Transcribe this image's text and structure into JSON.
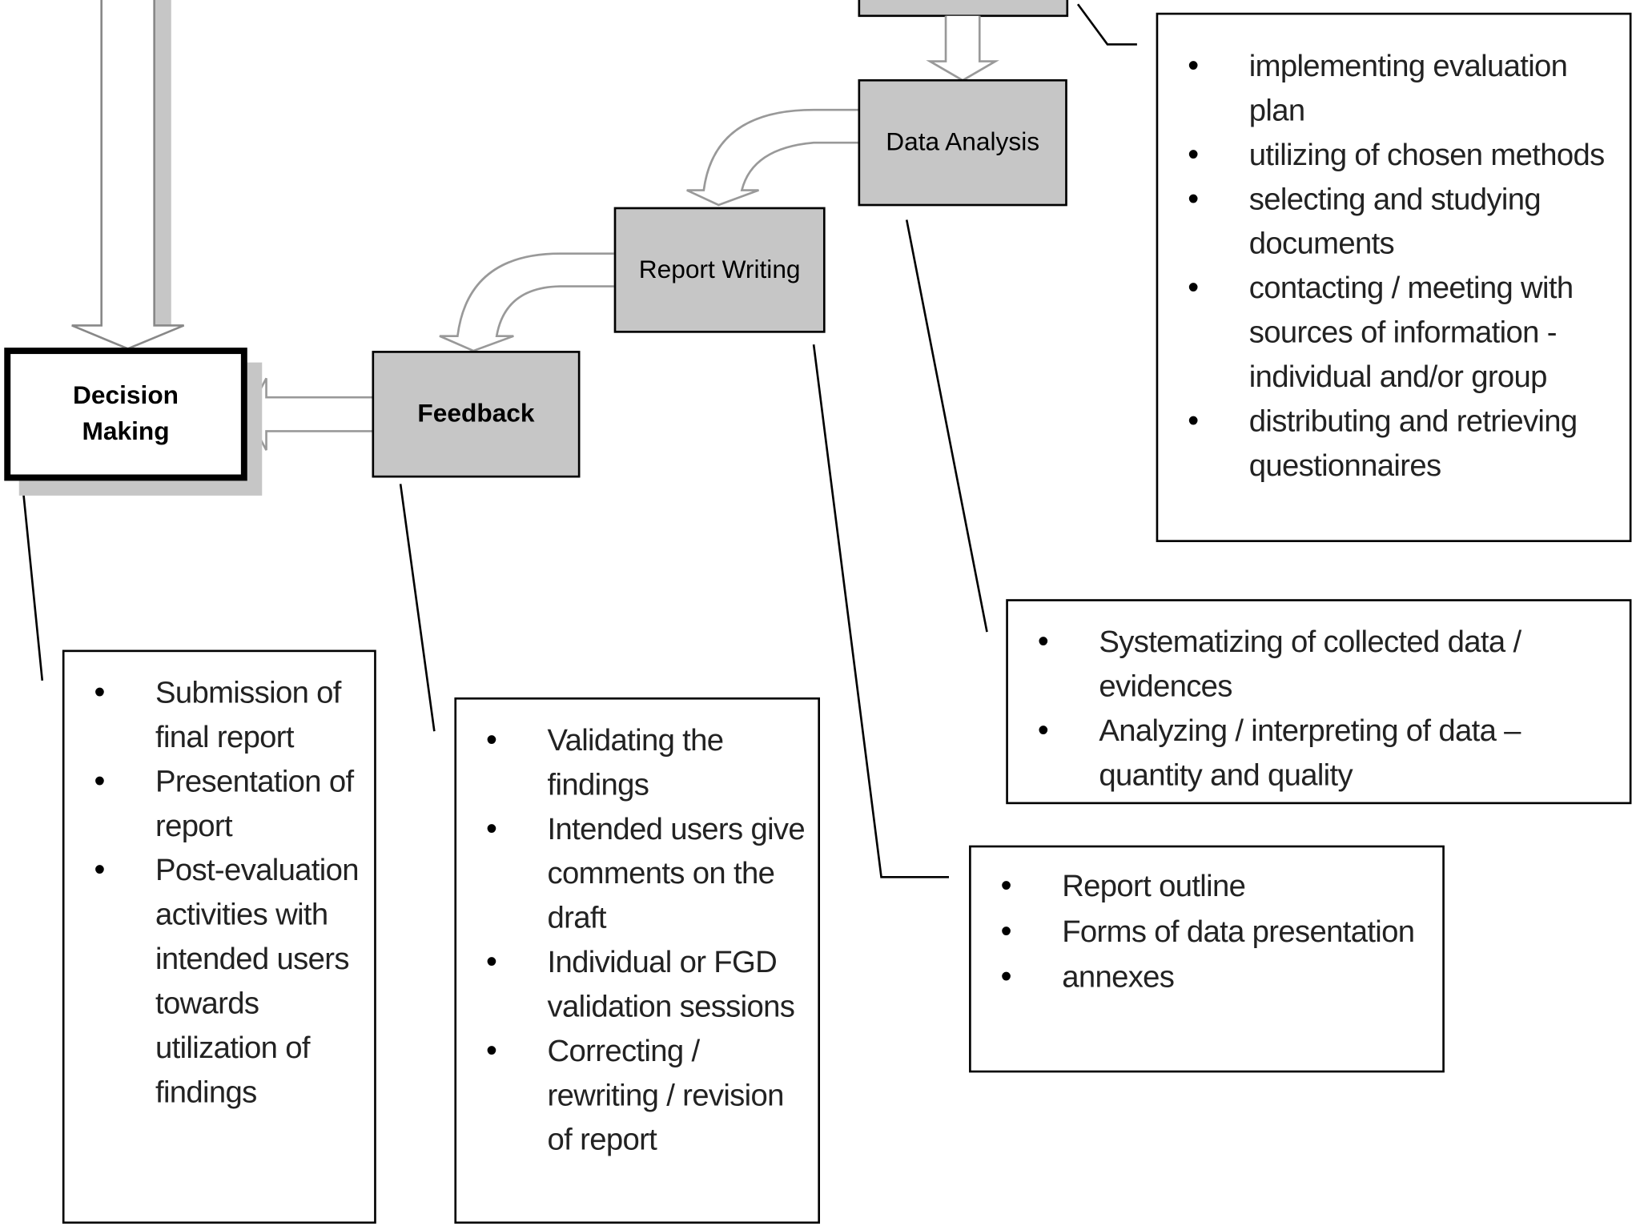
{
  "nodes": {
    "data_analysis": "Data Analysis",
    "report_writing": "Report Writing",
    "feedback": "Feedback",
    "decision_making_line1": "Decision",
    "decision_making_line2": "Making"
  },
  "notes": {
    "data_collection": [
      "implementing evaluation plan",
      "utilizing of chosen methods",
      "selecting and studying documents",
      "contacting / meeting with sources of information - individual and/or group",
      "distributing and retrieving questionnaires"
    ],
    "data_analysis": [
      "Systematizing of collected data / evidences",
      "Analyzing / interpreting of data – quantity and quality"
    ],
    "report_writing": [
      "Report outline",
      "Forms of data presentation",
      "annexes"
    ],
    "feedback": [
      "Validating the findings",
      "Intended users give comments on the draft",
      "Individual or FGD validation sessions",
      "Correcting / rewriting / revision of report"
    ],
    "decision_making": [
      "Submission of final report",
      "Presentation of  report",
      "Post-evaluation activities with intended users towards utilization of findings"
    ]
  },
  "colors": {
    "node_fill": "#c6c6c6",
    "arrow_fill": "#ffffff",
    "arrow_stroke": "#999999",
    "line": "#000000"
  }
}
